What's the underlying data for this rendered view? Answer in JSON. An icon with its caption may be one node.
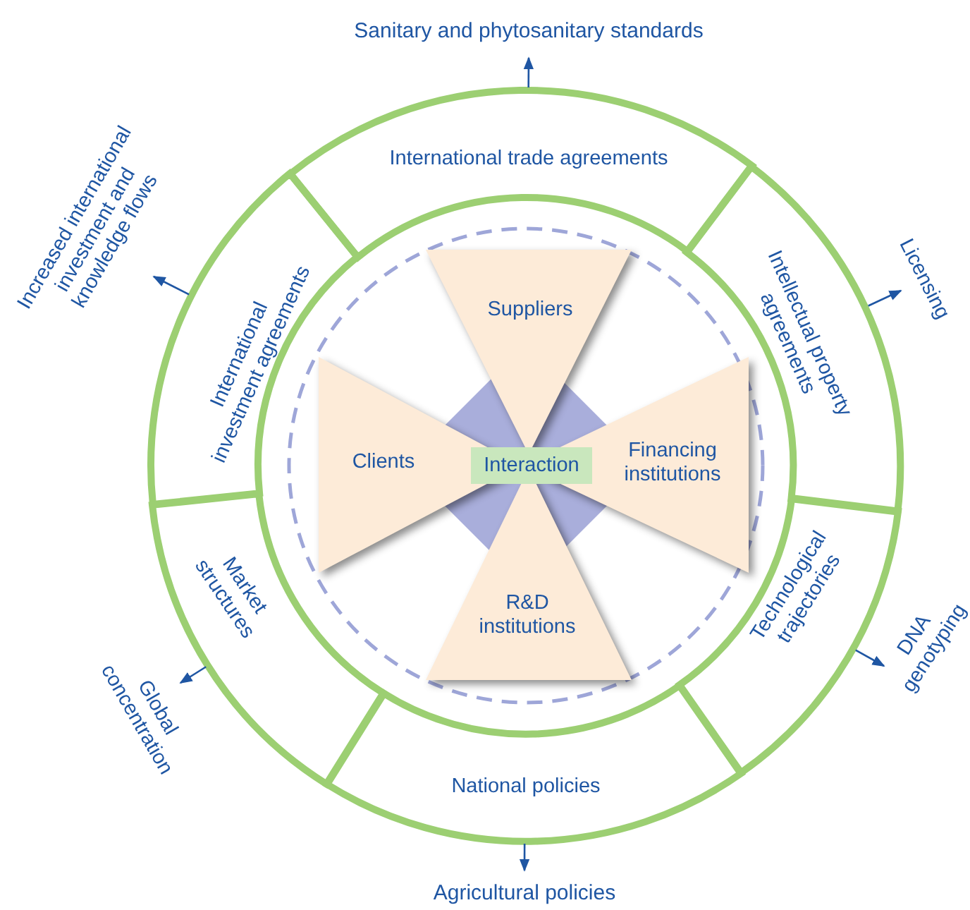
{
  "diagram": {
    "nodes": [
      {
        "text": [
          "Sanitary and phytosanitary standards"
        ]
      },
      {
        "text": [
          "Increased international investment and knowledge flows"
        ]
      },
      {
        "text": [
          "Licensing"
        ]
      },
      {
        "text": [
          "International trade agreements"
        ]
      },
      {
        "text": [
          "International investment agreements"
        ]
      },
      {
        "text": [
          "Intellectual property agreements"
        ]
      },
      {
        "text": [
          "Suppliers"
        ]
      },
      {
        "text": [
          "Clients"
        ]
      },
      {
        "text": [
          "Interaction"
        ]
      },
      {
        "text": [
          "Financing institutions"
        ]
      },
      {
        "text": [
          "R&D institutions"
        ]
      },
      {
        "text": [
          "Market structures"
        ]
      },
      {
        "text": [
          "Technological trajectories"
        ]
      },
      {
        "text": [
          "Global concentration"
        ]
      },
      {
        "text": [
          "DNA genotyping"
        ]
      },
      {
        "text": [
          "National policies"
        ]
      },
      {
        "text": [
          "Agricultural policies"
        ]
      }
    ],
    "edges": [
      {
        "from": 3,
        "to": 0,
        "arrow": "to"
      },
      {
        "from": 4,
        "to": 1,
        "arrow": "to"
      },
      {
        "from": 5,
        "to": 2,
        "arrow": "to"
      },
      {
        "from": 11,
        "to": 13,
        "arrow": "to"
      },
      {
        "from": 12,
        "to": 14,
        "arrow": "to"
      },
      {
        "from": 15,
        "to": 16,
        "arrow": "to"
      }
    ]
  }
}
